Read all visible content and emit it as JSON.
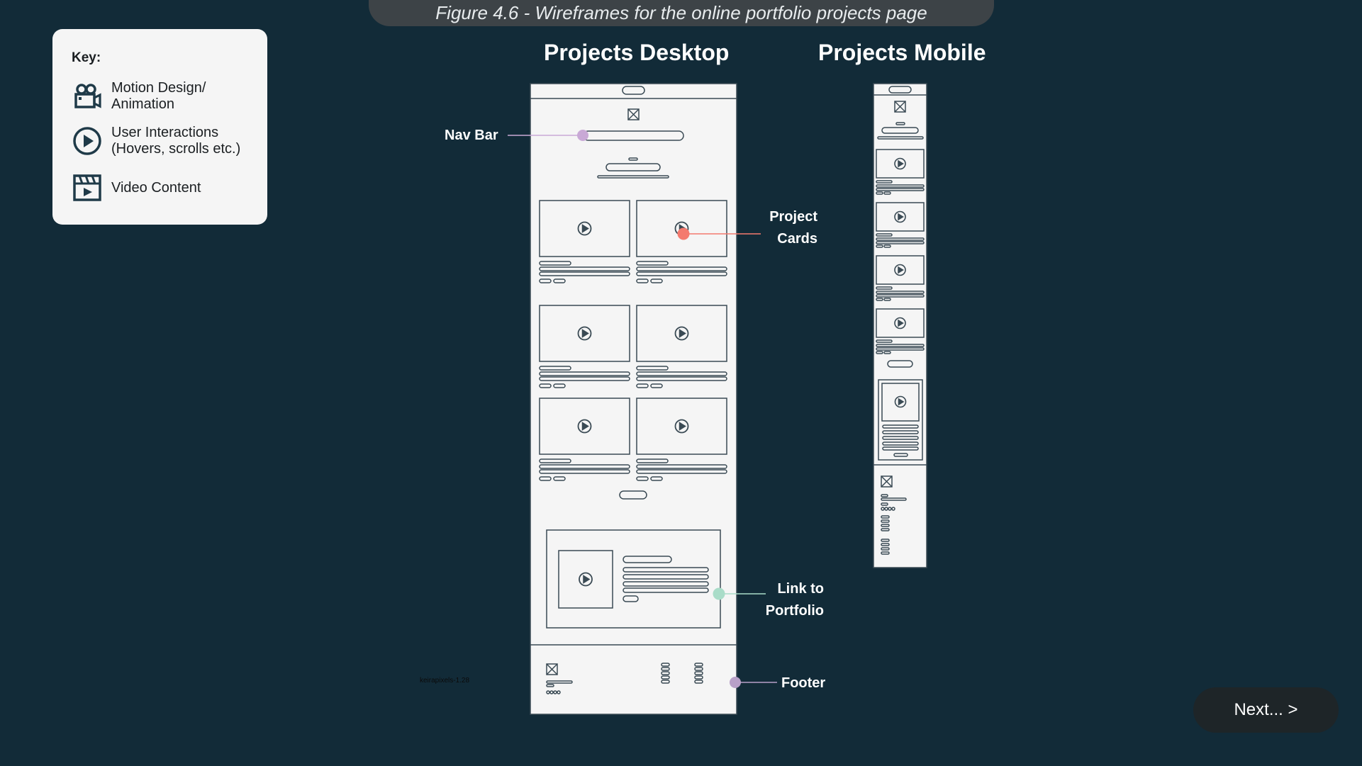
{
  "figure_title": "Figure 4.6 - Wireframes for the online portfolio projects page",
  "key": {
    "title": "Key:",
    "items": [
      {
        "icon": "video-camera-icon",
        "line1": "Motion Design/",
        "line2": "Animation"
      },
      {
        "icon": "play-circle-icon",
        "line1": "User Interactions",
        "line2": "(Hovers, scrolls etc.)"
      },
      {
        "icon": "clapperboard-icon",
        "line1": "Video Content",
        "line2": ""
      }
    ]
  },
  "desktop_title": "Projects Desktop",
  "mobile_title": "Projects Mobile",
  "annotations": {
    "nav_bar": "Nav Bar",
    "project_cards_line1": "Project",
    "project_cards_line2": "Cards",
    "link_line1": "Link to",
    "link_line2": "Portfolio",
    "footer": "Footer"
  },
  "watermark": "keirapixels-1.28",
  "next_button": "Next... >",
  "colors": {
    "background": "#122b38",
    "wire_stroke": "#3a4a54",
    "nav_marker": "#c9a9d6",
    "cards_marker": "#f47a6e",
    "link_marker": "#a9dcc8",
    "footer_marker": "#b8a0c8"
  }
}
